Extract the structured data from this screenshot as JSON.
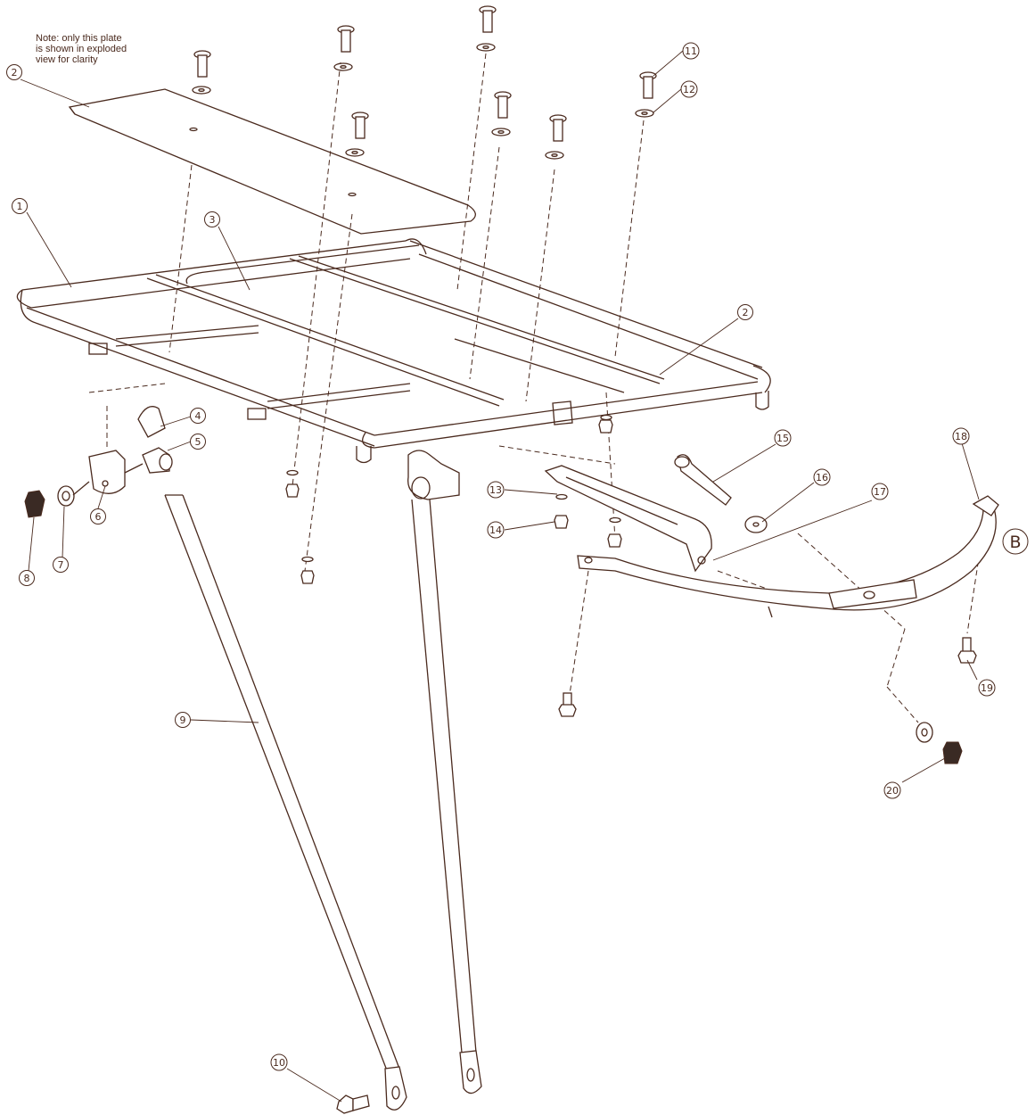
{
  "note": {
    "line1": "Note: only this plate",
    "line2": "is shown in exploded",
    "line3": "view for clarity"
  },
  "callouts": [
    "1",
    "2",
    "3",
    "4",
    "5",
    "6",
    "7",
    "8",
    "9",
    "10",
    "11",
    "12",
    "13",
    "14",
    "15",
    "16",
    "17",
    "18",
    "19",
    "20"
  ],
  "callout_b": "B",
  "colors": {
    "line": "#4a2a1e",
    "background": "#ffffff"
  }
}
